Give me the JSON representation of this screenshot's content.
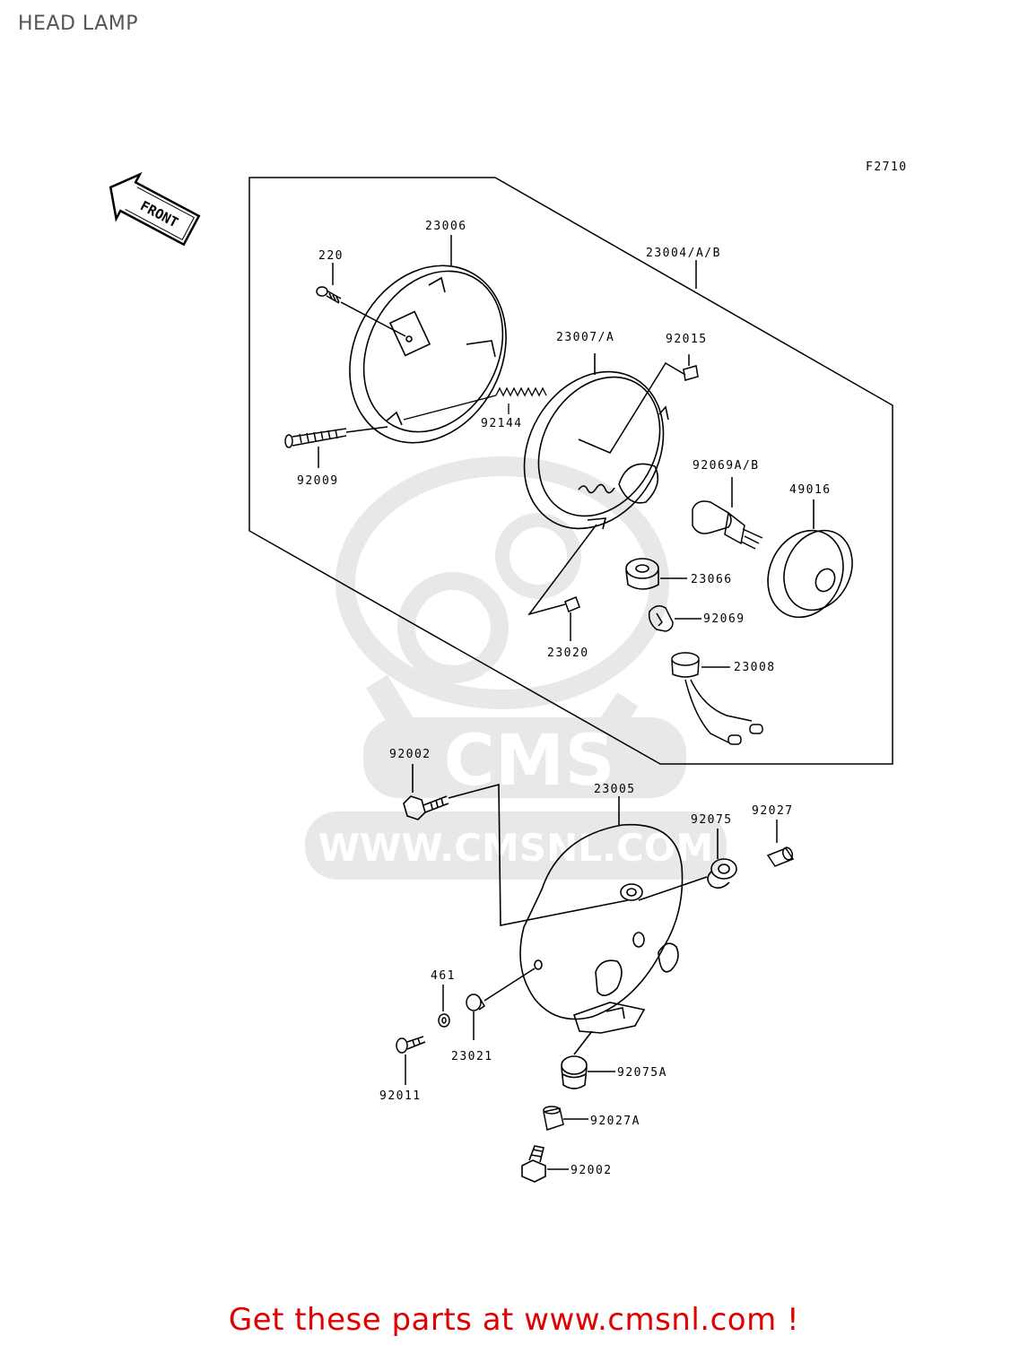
{
  "page": {
    "title": "HEAD LAMP"
  },
  "diagram": {
    "figure_code": "F2710",
    "front_label": "FRONT",
    "part_labels": [
      "23006",
      "220",
      "23004/A/B",
      "23007/A",
      "92015",
      "92144",
      "92009",
      "92069A/B",
      "49016",
      "23066",
      "92069",
      "23020",
      "23008",
      "92002",
      "23005",
      "92075",
      "92027",
      "461",
      "23021",
      "92011",
      "92075A",
      "92027A",
      "92002"
    ]
  },
  "watermark": {
    "brand": "CMS",
    "url": "WWW.CMSNL.COM"
  },
  "footer": {
    "text": "Get these parts at www.cmsnl.com !"
  },
  "colors": {
    "footer": "#e00000",
    "title": "#555555",
    "watermark": "#e6e6e6"
  }
}
